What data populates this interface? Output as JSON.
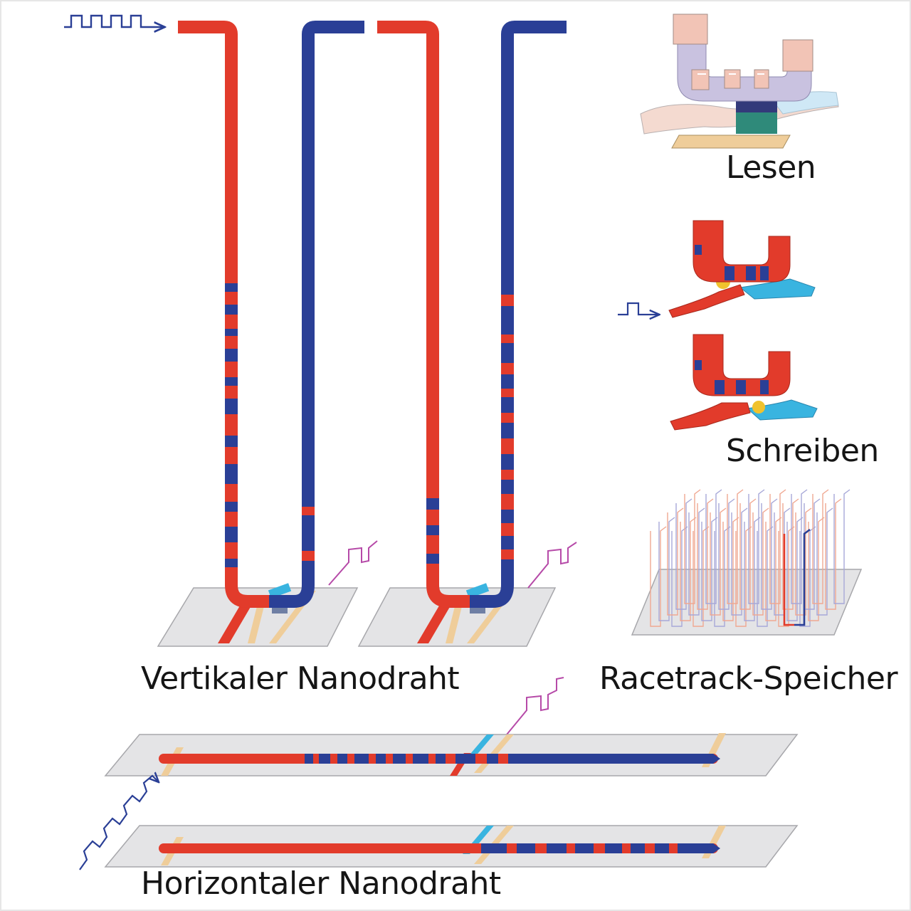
{
  "labels": {
    "read": "Lesen",
    "write": "Schreiben",
    "vertical": "Vertikaler Nanodraht",
    "racetrack": "Racetrack-Speicher",
    "horizontal": "Horizontaler Nanodraht"
  },
  "colors": {
    "red_domain": "#e23b2b",
    "blue_domain": "#2a3f96",
    "pulse_blue": "#2a3f96",
    "pulse_magenta": "#b64aa8",
    "substrate": "#e4e4e6",
    "contact": "#efcd9a",
    "cyan": "#39b4e0",
    "frame": "#e6e6e6"
  },
  "icons": [
    "current-pulse-icon",
    "sense-signal-icon"
  ]
}
